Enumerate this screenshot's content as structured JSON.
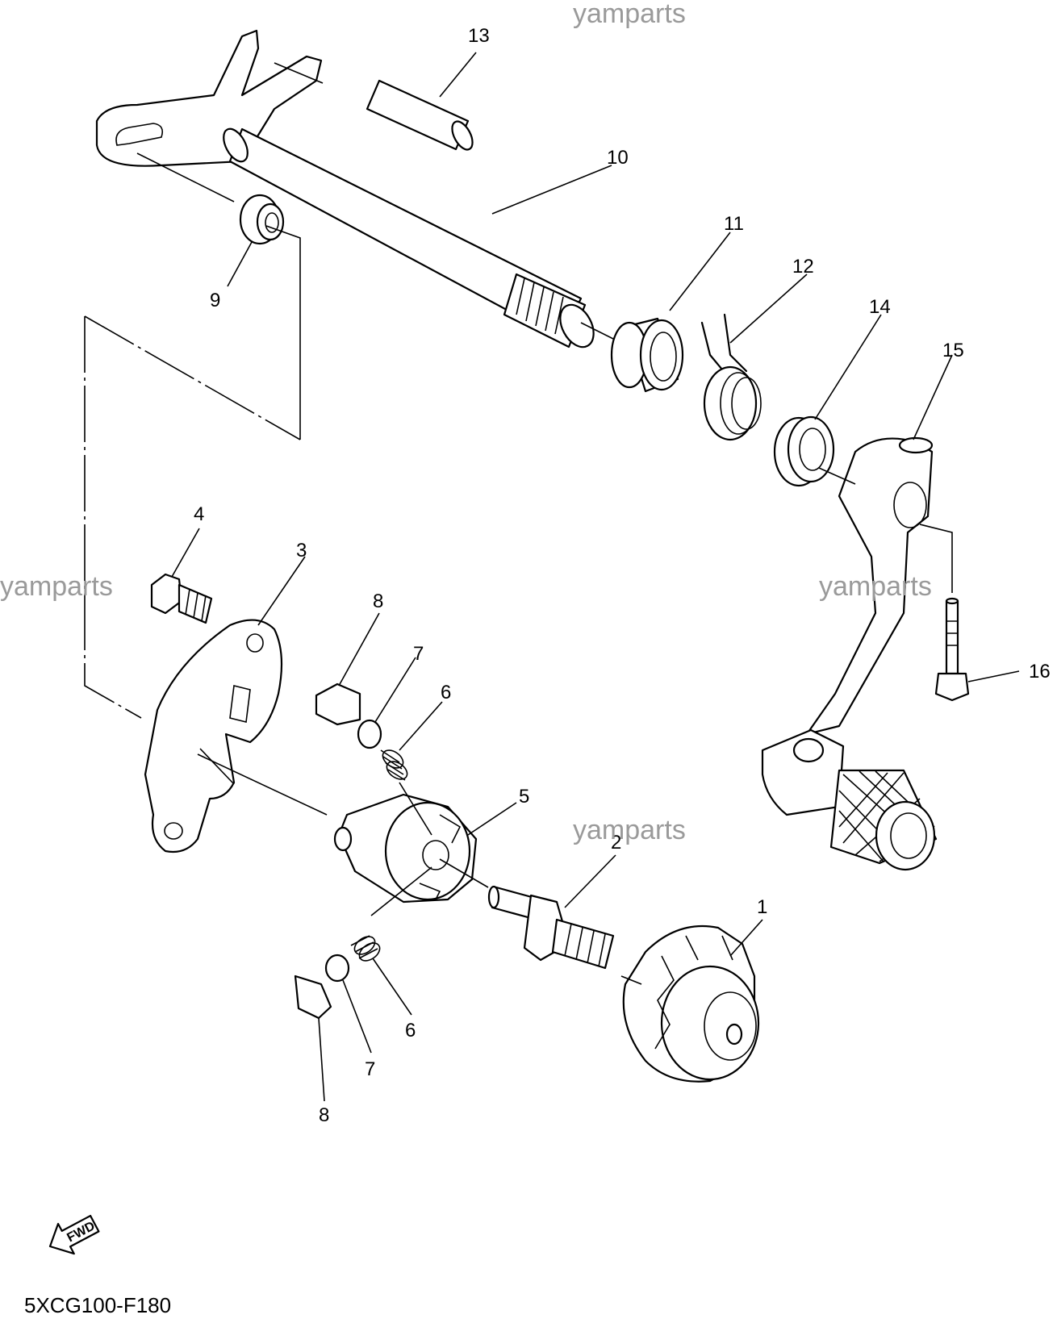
{
  "watermarks": [
    "yamparts",
    "yamparts",
    "yamparts",
    "yamparts"
  ],
  "callouts": [
    "1",
    "2",
    "3",
    "4",
    "5",
    "6",
    "6",
    "7",
    "7",
    "8",
    "8",
    "9",
    "10",
    "11",
    "12",
    "13",
    "14",
    "15",
    "16"
  ],
  "fwd_label": "FWD",
  "diagram_code": "5XCG100-F180",
  "icons": {
    "fwd_arrow": "fwd-arrow-icon"
  }
}
